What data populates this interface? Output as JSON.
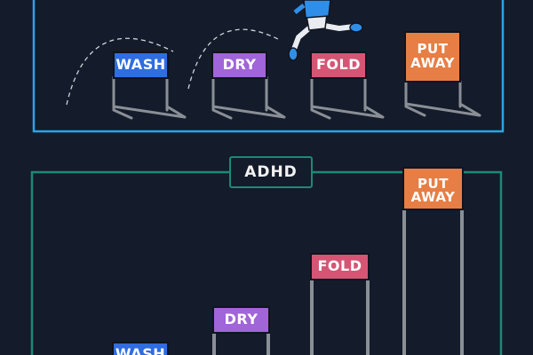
{
  "top_panel": {
    "hurdles": [
      {
        "label": "WASH",
        "color": "#2f6de0"
      },
      {
        "label": "DRY",
        "color": "#a065d8"
      },
      {
        "label": "FOLD",
        "color": "#d65575"
      },
      {
        "label": "PUT\nAWAY",
        "color": "#e67e45"
      }
    ],
    "frame_color": "#2aa3e6",
    "runner_shirt_color": "#2f8fe8"
  },
  "bottom_panel": {
    "title": "ADHD",
    "frame_color": "#1b8a78",
    "hurdles": [
      {
        "label": "WASH",
        "color": "#2f6de0"
      },
      {
        "label": "DRY",
        "color": "#a065d8"
      },
      {
        "label": "FOLD",
        "color": "#d65575"
      },
      {
        "label": "PUT\nAWAY",
        "color": "#e67e45"
      }
    ]
  }
}
